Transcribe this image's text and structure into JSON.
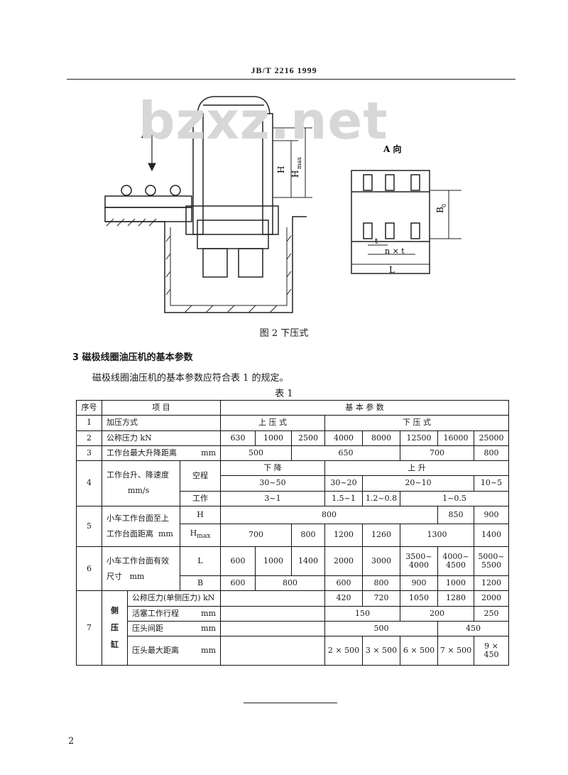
{
  "header": {
    "code": "JB/T  2216    1999"
  },
  "watermark": "bzxz.net",
  "figure": {
    "labels": {
      "arrow_a": "A",
      "h": "H",
      "hmax": "H",
      "hmax_sub": "max",
      "view_a": "A 向",
      "t": "t",
      "nt": "n × t",
      "l": "L",
      "b0": "B",
      "b0_sub": "0"
    },
    "caption": "图 2    下压式"
  },
  "section": {
    "heading": "3    磁极线圈油压机的基本参数",
    "body": "磁极线圈油压机的基本参数应符合表 1 的规定。"
  },
  "table": {
    "caption": "表 1",
    "head": {
      "no": "序号",
      "item": "项    目",
      "params": "基    本    参    数"
    },
    "r1": {
      "no": "1",
      "item": "加压方式",
      "up": "上   压   式",
      "down": "下   压   式"
    },
    "r2": {
      "no": "2",
      "item": "公称压力   kN",
      "v": [
        "630",
        "1000",
        "2500",
        "4000",
        "8000",
        "12500",
        "16000",
        "25000"
      ]
    },
    "r3": {
      "no": "3",
      "item": "工作台最大升降距离",
      "unit": "mm",
      "v": [
        "500",
        "650",
        "700",
        "800"
      ]
    },
    "r4": {
      "no": "4",
      "item_a": "工作台升、降速度",
      "item_b": "mm/s",
      "sub1": "空程",
      "sub2": "工作",
      "down": "下    降",
      "up": "上    升",
      "empty": [
        "30~50",
        "30~20",
        "20~10",
        "10~5"
      ],
      "work": [
        "3~1",
        "1.5~1",
        "1.2~0.8",
        "1~0.5"
      ]
    },
    "r5": {
      "no": "5",
      "item_a": "小车工作台面至上",
      "item_b": "工作台面距离",
      "unit": "mm",
      "sub1": "H",
      "sub2": "H",
      "sub2_sub": "max",
      "h": [
        "800",
        "850",
        "900"
      ],
      "hmax": [
        "700",
        "800",
        "1200",
        "1260",
        "1300",
        "1400"
      ]
    },
    "r6": {
      "no": "6",
      "item_a": "小车工作台面有效",
      "item_b": "尺寸",
      "unit": "mm",
      "sub1": "L",
      "sub2": "B",
      "l": [
        "600",
        "1000",
        "1400",
        "2000",
        "3000",
        "3500~ 4000",
        "4000~ 4500",
        "5000~ 5500"
      ],
      "b": [
        "600",
        "800",
        "600",
        "800",
        "900",
        "1000",
        "1200"
      ]
    },
    "r7": {
      "no": "7",
      "group": [
        "侧",
        "压",
        "缸"
      ],
      "rows": [
        {
          "item": "公称压力(单侧压力) kN",
          "unit": "",
          "v": [
            "420",
            "720",
            "1050",
            "1280",
            "2000"
          ]
        },
        {
          "item": "活塞工作行程",
          "unit": "mm",
          "v": [
            "150",
            "200",
            "250"
          ]
        },
        {
          "item": "压头间距",
          "unit": "mm",
          "v": [
            "500",
            "450"
          ]
        },
        {
          "item": "压头最大距离",
          "unit": "mm",
          "v": [
            "2 × 500",
            "3 × 500",
            "6 × 500",
            "7 × 500",
            "9 × 450"
          ]
        }
      ]
    }
  },
  "page_number": "2"
}
